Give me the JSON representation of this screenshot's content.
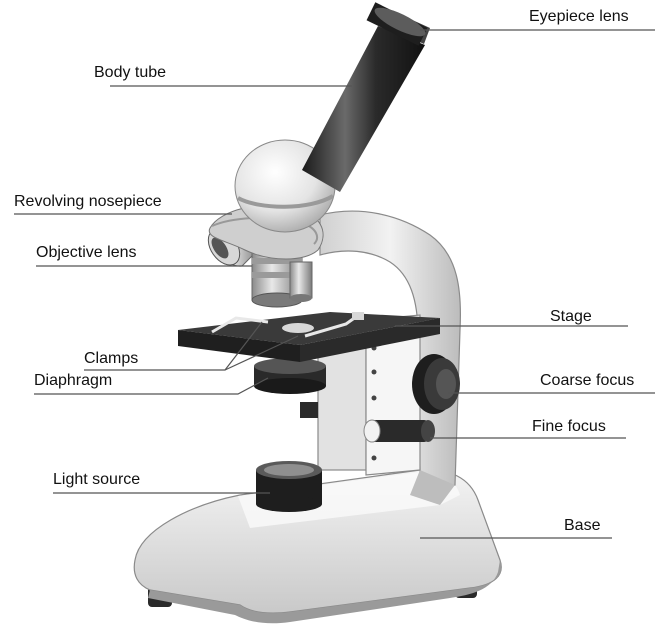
{
  "labels": {
    "eyepiece": "Eyepiece lens",
    "body_tube": "Body tube",
    "nosepiece": "Revolving nosepiece",
    "objective": "Objective lens",
    "stage": "Stage",
    "clamps": "Clamps",
    "coarse_focus": "Coarse focus",
    "diaphragm": "Diaphragm",
    "fine_focus": "Fine focus",
    "light_source": "Light source",
    "base": "Base"
  },
  "colors": {
    "body": "#e6e6e6",
    "body_dark": "#bdbdbd",
    "black_part": "#2b2b2b",
    "leader_line": "#555555"
  }
}
